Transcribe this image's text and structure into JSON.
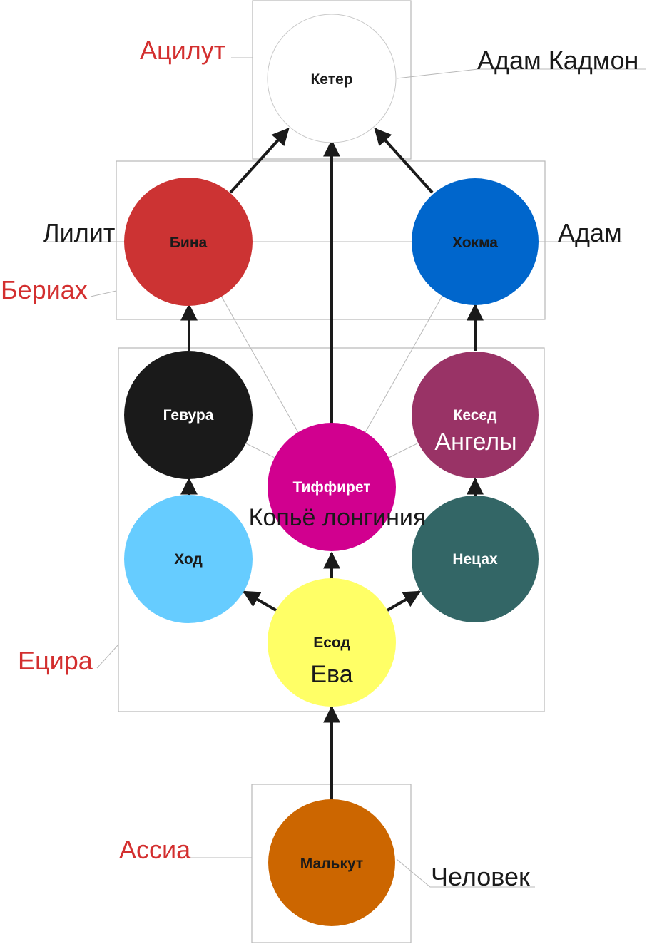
{
  "colors": {
    "world_label": "#d32f2f",
    "figure_label": "#1a1a1a",
    "thin_line": "#b8b8b8",
    "arrow": "#1a1a1a"
  },
  "worlds": {
    "atzilut": "Ацилут",
    "beriah": "Бериах",
    "yetzirah": "Ецира",
    "assiah": "Ассиа"
  },
  "figures": {
    "adam_kadmon": "Адам Кадмон",
    "lilith": "Лилит",
    "adam": "Адам",
    "human": "Человек",
    "angels": "Ангелы",
    "spear": "Копьё лонгиния",
    "eve": "Ева"
  },
  "sefirot": {
    "keter": {
      "label": "Кетер",
      "fill": "#ffffff",
      "text": "#1a1a1a"
    },
    "binah": {
      "label": "Бина",
      "fill": "#cc3333",
      "text": "#1a1a1a"
    },
    "chokhmah": {
      "label": "Хокма",
      "fill": "#0066cc",
      "text": "#1a1a1a"
    },
    "gevurah": {
      "label": "Гевура",
      "fill": "#1a1a1a",
      "text": "#ffffff"
    },
    "chesed": {
      "label": "Кесед",
      "fill": "#993366",
      "text": "#ffffff"
    },
    "tiferet": {
      "label": "Тиффирет",
      "fill": "#d1008f",
      "text": "#ffffff"
    },
    "hod": {
      "label": "Ход",
      "fill": "#66ccff",
      "text": "#1a1a1a"
    },
    "netzach": {
      "label": "Нецах",
      "fill": "#336666",
      "text": "#ffffff"
    },
    "yesod": {
      "label": "Есод",
      "fill": "#ffff66",
      "text": "#1a1a1a"
    },
    "malkhut": {
      "label": "Малькут",
      "fill": "#cc6600",
      "text": "#1a1a1a"
    }
  }
}
